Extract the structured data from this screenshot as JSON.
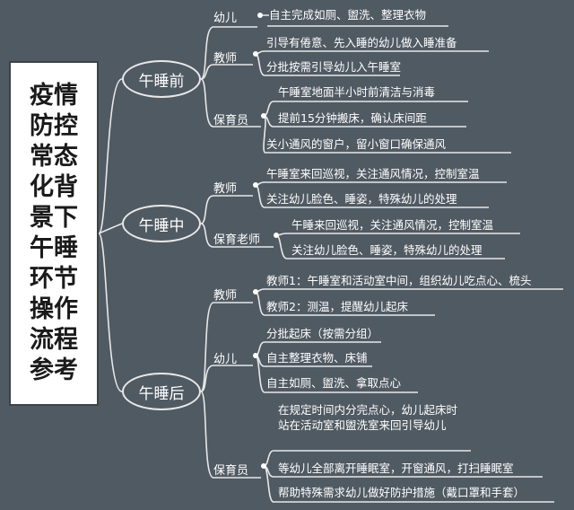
{
  "title_lines": [
    "疫情",
    "防控",
    "常态",
    "化背",
    "景下",
    "午睡",
    "环节",
    "操作",
    "流程",
    "参考"
  ],
  "phases": [
    {
      "label": "午睡前",
      "groups": [
        {
          "role": "幼儿",
          "items": [
            "自主完成如厕、盥洗、整理衣物"
          ]
        },
        {
          "role": "教师",
          "items": [
            "引导有倦意、先入睡的幼儿做入睡准备",
            "分批按需引导幼儿入午睡室"
          ]
        },
        {
          "role": "保育员",
          "items": [
            "午睡室地面半小时前清洁与消毒",
            "提前15分钟搬床，确认床间距",
            "关小通风的窗户，留小窗口确保通风"
          ]
        }
      ]
    },
    {
      "label": "午睡中",
      "groups": [
        {
          "role": "教师",
          "items": [
            "午睡室来回巡视，关注通风情况，控制室温",
            "关注幼儿脸色、睡姿，特殊幼儿的处理"
          ]
        },
        {
          "role": "保育老师",
          "items": [
            "午睡来回巡视，关注通风情况，控制室温",
            "关注幼儿脸色、睡姿，特殊幼儿的处理"
          ]
        }
      ]
    },
    {
      "label": "午睡后",
      "groups": [
        {
          "role": "教师",
          "items": [
            "教师1：午睡室和活动室中间，组织幼儿吃点心、梳头",
            "教师2：测温，提醒幼儿起床"
          ]
        },
        {
          "role": "幼儿",
          "items": [
            "分批起床（按需分组）",
            "自主整理衣物、床铺",
            "自主如厕、盥洗、拿取点心"
          ]
        },
        {
          "role": "保育员",
          "items": [
            "在规定时间内分完点心，幼儿起床时站在活动室和盥洗室来回引导幼儿",
            "等幼儿全部离开睡眠室，开窗通风，打扫睡眠室",
            "帮助特殊需求幼儿做好防护措施（戴口罩和手套）"
          ]
        }
      ]
    }
  ]
}
